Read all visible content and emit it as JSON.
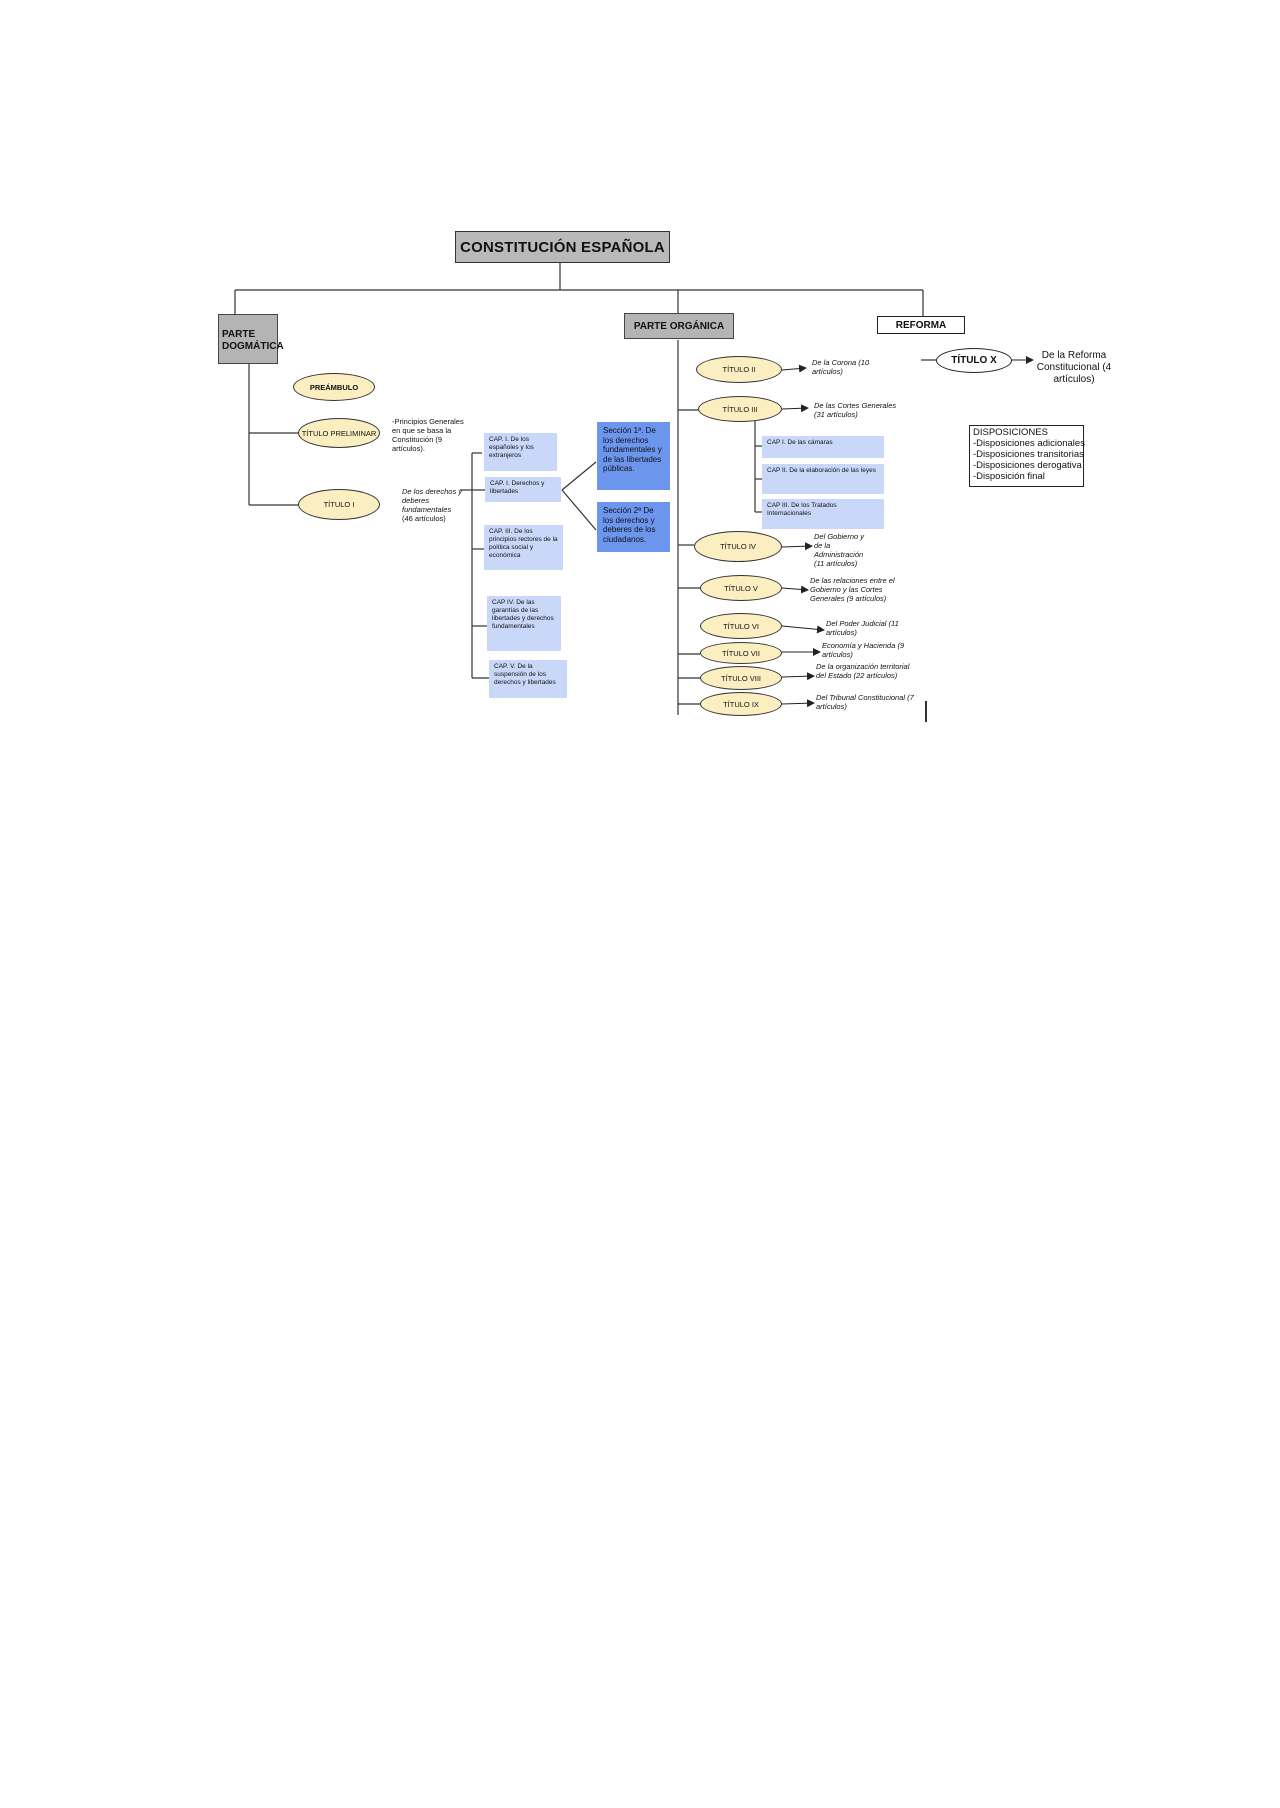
{
  "title": "CONSTITUCIÓN ESPAÑOLA",
  "parts": {
    "dogmatica": "PARTE DOGMÁTICA",
    "organica": "PARTE ORGÁNICA",
    "reforma": "REFORMA"
  },
  "dogmatica": {
    "preambulo": "PREÁMBULO",
    "titulo_preliminar": "TÍTULO PRELIMINAR",
    "titulo_preliminar_note": "-Principios Generales en que se basa la Constitución (9 artículos).",
    "titulo_i": "TÍTULO I",
    "titulo_i_note_a": "De los derechos y deberes fundamentales",
    "titulo_i_note_b": "(46 artículos)",
    "caps": [
      "CAP. I. De los españoles y los extranjeros",
      "CAP. I. Derechos y libertades",
      "CAP. III. De los principios rectores de la política social y económica",
      "CAP IV. De las garantías de las libertades y derechos fundamentales",
      "CAP. V. De la suspensión de los derechos y libertades"
    ],
    "secciones": [
      "Sección 1ª. De los derechos fundamentales y de las libertades públicas.",
      "Sección 2ª De los derechos y deberes de los ciudadanos."
    ]
  },
  "organica": {
    "titulos": [
      {
        "label": "TÍTULO II",
        "note": "De la Corona (10 artículos)"
      },
      {
        "label": "TÍTULO III",
        "note": "De las Cortes Generales (31 artículos)"
      },
      {
        "label": "TÍTULO IV",
        "note": "Del Gobierno y de la Administración (11 artículos)"
      },
      {
        "label": "TÍTULO V",
        "note": "De las relaciones entre el Gobierno y las Cortes Generales (9 artículos)"
      },
      {
        "label": "TÍTULO VI",
        "note": "Del Poder Judicial (11 artículos)"
      },
      {
        "label": "TÍTULO VII",
        "note": "Economía y Hacienda (9 artículos)"
      },
      {
        "label": "TÍTULO VIII",
        "note": "De la organización territorial del Estado (22 artículos)"
      },
      {
        "label": "TÍTULO IX",
        "note": "Del Tribunal Constitucional (7 artículos)"
      }
    ],
    "titulo_iii_caps": [
      "CAP I. De las cámaras",
      "CAP II. De la elaboración de las leyes",
      "CAP III. De los Tratados Internacionales"
    ]
  },
  "reforma": {
    "titulo_x": "TÍTULO X",
    "titulo_x_note": "De la Reforma Constitucional (4 artículos)",
    "disposiciones_title": "DISPOSICIONES",
    "disposiciones": [
      "-Disposiciones adicionales",
      "-Disposiciones transitorias",
      "-Disposiciones derogativa",
      "-Disposición final"
    ]
  },
  "colors": {
    "title_box": "#b9b9b9",
    "ellipse": "#fbeec0",
    "cap_box": "#c9d7f8",
    "seccion_box": "#6c96ee"
  }
}
